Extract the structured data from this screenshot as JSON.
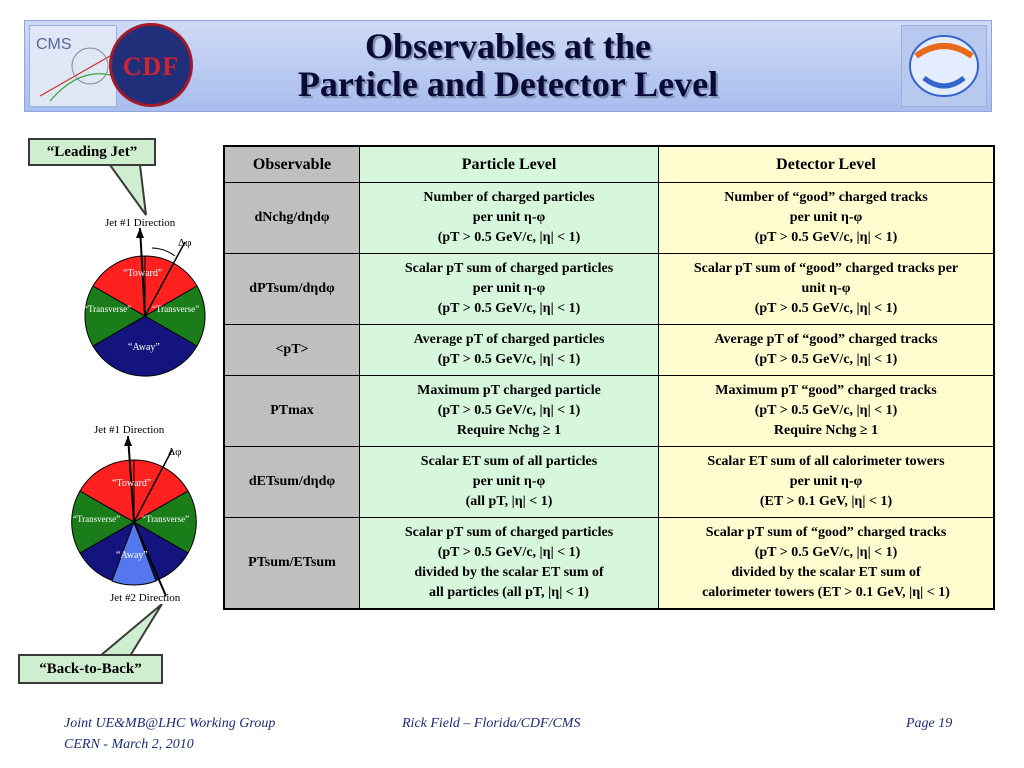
{
  "header": {
    "title_line1": "Observables at the",
    "title_line2": "Particle and Detector Level",
    "logo_left1": "CMS",
    "logo_left2": "CDF"
  },
  "diagram_top": {
    "callout": "“Leading Jet”",
    "jet_direction": "Jet #1 Direction",
    "delta_phi": "Δφ",
    "toward": "“Toward”",
    "transverse_left": "“Transverse”",
    "transverse_right": "“Transverse”",
    "away": "“Away”"
  },
  "diagram_bottom": {
    "jet1_direction": "Jet #1 Direction",
    "delta_phi": "Δφ",
    "toward": "“Toward”",
    "transverse_left": "“Transverse”",
    "transverse_right": "“Transverse”",
    "away": "“Away”",
    "jet2_direction": "Jet #2 Direction",
    "callout": "“Back-to-Back”"
  },
  "table": {
    "headers": [
      "Observable",
      "Particle Level",
      "Detector Level"
    ],
    "rows": [
      {
        "observable": "dNchg/dηdφ",
        "particle": [
          "Number of charged particles",
          "per unit η-φ",
          "(pT > 0.5 GeV/c, |η| < 1)"
        ],
        "detector": [
          "Number of “good” charged tracks",
          "per unit η-φ",
          "(pT > 0.5 GeV/c, |η| < 1)"
        ]
      },
      {
        "observable": "dPTsum/dηdφ",
        "particle": [
          "Scalar pT sum of charged particles",
          "per unit η-φ",
          "(pT > 0.5 GeV/c, |η| < 1)"
        ],
        "detector": [
          "Scalar pT sum of “good” charged tracks per",
          "unit η-φ",
          "(pT > 0.5 GeV/c, |η| < 1)"
        ]
      },
      {
        "observable": "<pT>",
        "particle": [
          "Average pT of charged particles",
          "(pT > 0.5 GeV/c, |η| < 1)"
        ],
        "detector": [
          "Average pT of “good” charged tracks",
          "(pT > 0.5 GeV/c, |η| < 1)"
        ]
      },
      {
        "observable": "PTmax",
        "particle": [
          "Maximum pT charged particle",
          "(pT > 0.5 GeV/c, |η| < 1)",
          "Require Nchg ≥ 1"
        ],
        "detector": [
          "Maximum pT “good” charged tracks",
          "(pT > 0.5 GeV/c, |η| < 1)",
          "Require Nchg ≥ 1"
        ]
      },
      {
        "observable": "dETsum/dηdφ",
        "particle": [
          "Scalar ET sum of all particles",
          "per unit η-φ",
          "(all pT, |η| < 1)"
        ],
        "detector": [
          "Scalar ET sum of all calorimeter towers",
          "per unit η-φ",
          "(ET > 0.1 GeV, |η| < 1)"
        ]
      },
      {
        "observable": "PTsum/ETsum",
        "particle": [
          "Scalar pT sum of charged particles",
          "(pT > 0.5 GeV/c, |η| < 1)",
          "divided by the scalar ET sum of",
          "all particles  (all pT, |η| < 1)"
        ],
        "detector": [
          "Scalar pT sum of “good” charged tracks",
          "(pT > 0.5 GeV/c, |η| < 1)",
          "divided by the scalar ET sum of",
          "calorimeter towers (ET > 0.1 GeV, |η| < 1)"
        ]
      }
    ]
  },
  "footer": {
    "left_line1": "Joint UE&MB@LHC Working Group",
    "left_line2": "CERN - March 2, 2010",
    "center": "Rick Field – Florida/CDF/CMS",
    "right": "Page 19"
  },
  "colors": {
    "toward": "#ff2020",
    "transverse": "#1a7d1a",
    "away": "#14147f",
    "particle_col": "#d7f7dd",
    "detector_col": "#fffcd0",
    "observable_col": "#bfbfbf"
  }
}
